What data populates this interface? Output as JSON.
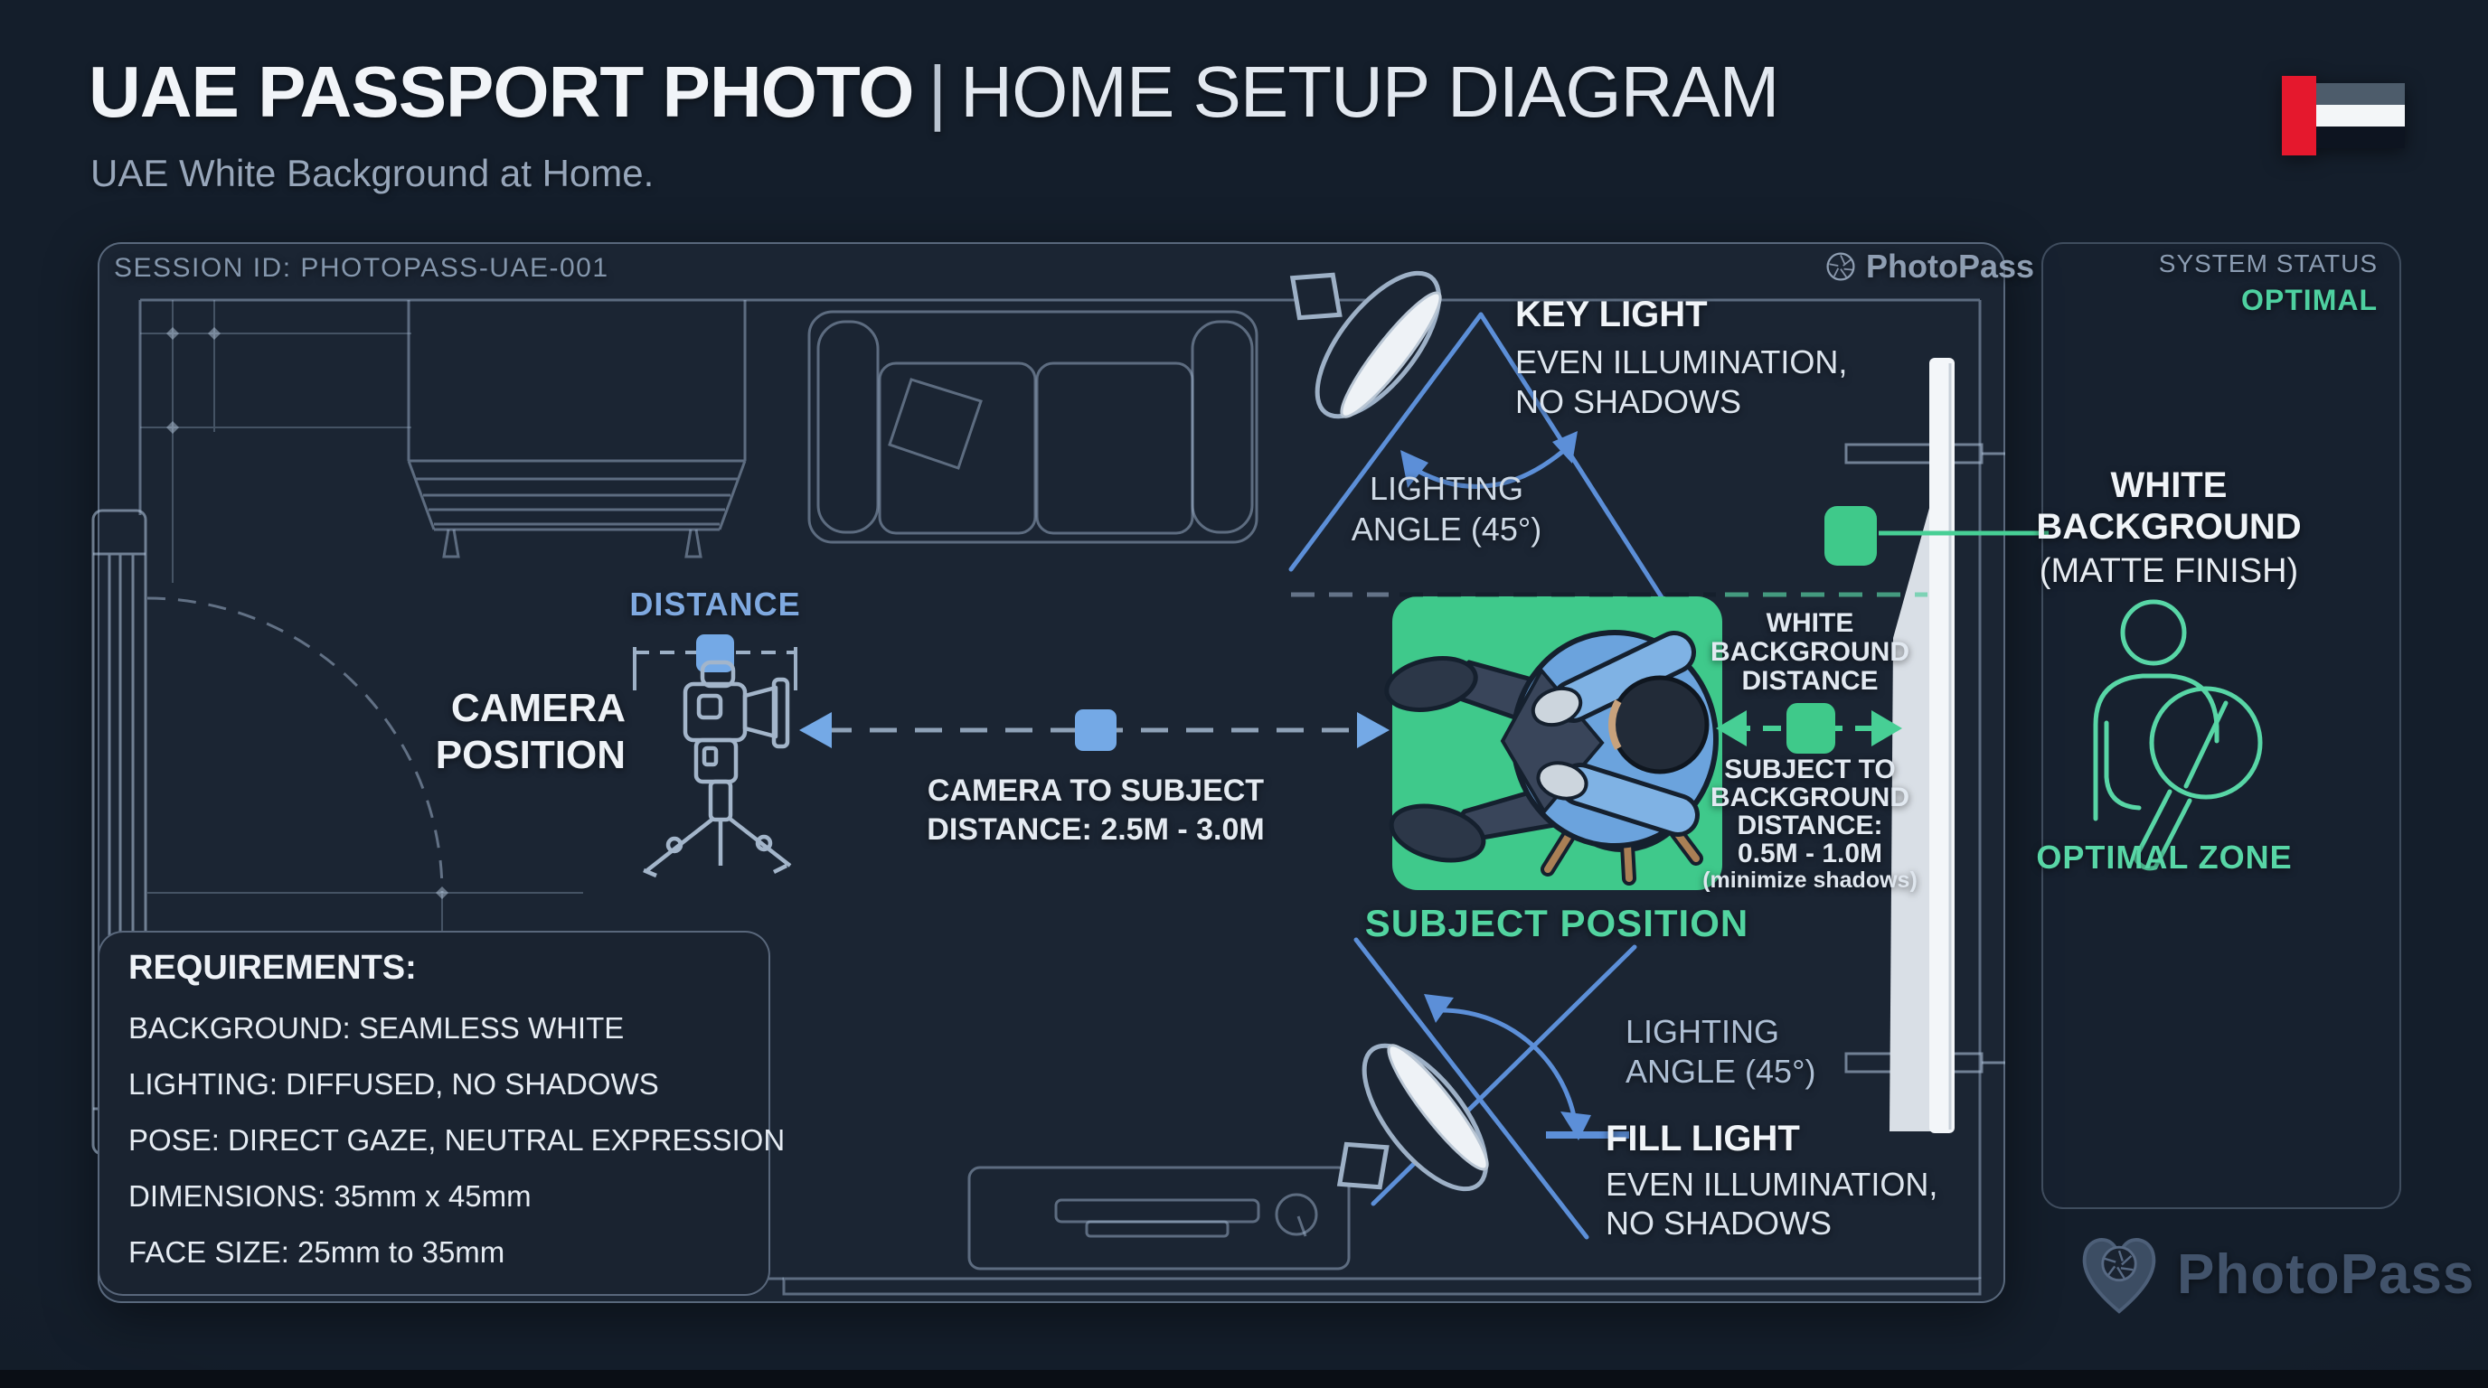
{
  "page": {
    "title_main": "UAE PASSPORT PHOTO",
    "title_sep": "|",
    "title_rest": "HOME SETUP DIAGRAM",
    "subtitle": "UAE White Background at Home."
  },
  "panel": {
    "session_id": "SESSION ID: PHOTOPASS-UAE-001"
  },
  "brand": {
    "top": "PhotoPass",
    "bottom": "PhotoPass"
  },
  "status": {
    "label": "SYSTEM STATUS",
    "value": "OPTIMAL"
  },
  "key_light": {
    "title": "KEY LIGHT",
    "desc1": "EVEN ILLUMINATION,",
    "desc2": "NO SHADOWS",
    "angle1": "LIGHTING",
    "angle2": "ANGLE (45°)"
  },
  "camera": {
    "label1": "CAMERA",
    "label2": "POSITION",
    "distance_label": "DISTANCE",
    "line1": "CAMERA TO SUBJECT",
    "line2": "DISTANCE: 2.5M - 3.0M"
  },
  "subject": {
    "label": "SUBJECT POSITION"
  },
  "bg_distance": {
    "t1": "WHITE",
    "t2": "BACKGROUND",
    "t3": "DISTANCE",
    "d1": "SUBJECT TO",
    "d2": "BACKGROUND",
    "d3": "DISTANCE:",
    "d4": "0.5M - 1.0M",
    "note": "(minimize shadows)"
  },
  "white_background": {
    "l1": "WHITE",
    "l2": "BACKGROUND",
    "l3": "(MATTE FINISH)"
  },
  "optimal_zone": {
    "label": "OPTIMAL ZONE"
  },
  "fill_light": {
    "title": "FILL LIGHT",
    "desc1": "EVEN ILLUMINATION,",
    "desc2": "NO SHADOWS",
    "angle1": "LIGHTING",
    "angle2": "ANGLE (45°)"
  },
  "requirements": {
    "title": "REQUIREMENTS:",
    "items": [
      "BACKGROUND: SEAMLESS WHITE",
      "LIGHTING: DIFFUSED, NO SHADOWS",
      "POSE: DIRECT GAZE, NEUTRAL EXPRESSION",
      "DIMENSIONS: 35mm x 45mm",
      "FACE SIZE: 25mm to 35mm"
    ]
  },
  "icons": {
    "brand_top": "aperture-icon",
    "brand_bottom": "heart-aperture-pin-icon",
    "key_light": "softbox-light-icon",
    "fill_light": "softbox-light-icon",
    "camera": "camera-tripod-icon",
    "optimal_zone": "person-magnifier-icon",
    "flag": "uae-flag"
  },
  "colors": {
    "background": "#141e2b",
    "panel": "#1b2533",
    "accent_blue": "#74a9e6",
    "line_blue": "#5c8fd8",
    "accent_green": "#3fc98a",
    "teal_text": "#55d6a2",
    "flag_red": "#e5182d",
    "blueprint_line": "#9eb2ca",
    "status_optimal": "#4ed0a0"
  }
}
